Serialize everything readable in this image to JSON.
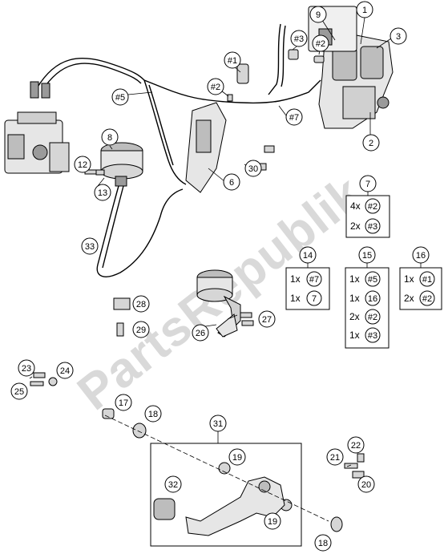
{
  "watermark": "PartsRepublik",
  "callouts": {
    "c1": "1",
    "c2": "2",
    "c3": "3",
    "c6": "6",
    "c7": "7",
    "c8": "8",
    "c9": "9",
    "c12": "12",
    "c13": "13",
    "c14": "14",
    "c15": "15",
    "c16": "16",
    "c17": "17",
    "c18a": "18",
    "c18b": "18",
    "c19a": "19",
    "c19b": "19",
    "c20": "20",
    "c21": "21",
    "c22": "22",
    "c23": "23",
    "c24": "24",
    "c25": "25",
    "c26": "26",
    "c27": "27",
    "c28": "28",
    "c29": "29",
    "c30": "30",
    "c31": "31",
    "c32": "32",
    "c33": "33",
    "h1": "#1",
    "h2a": "#2",
    "h2b": "#2",
    "h3": "#3",
    "h5": "#5",
    "h7": "#7"
  },
  "kit_boxes": {
    "k7": {
      "number": "7",
      "rows": [
        {
          "qty": "4x",
          "ref": "#2"
        },
        {
          "qty": "2x",
          "ref": "#3"
        }
      ]
    },
    "k14": {
      "number": "14",
      "rows": [
        {
          "qty": "1x",
          "ref": "#7"
        },
        {
          "qty": "1x",
          "ref": "7"
        }
      ]
    },
    "k15": {
      "number": "15",
      "rows": [
        {
          "qty": "1x",
          "ref": "#5"
        },
        {
          "qty": "1x",
          "ref": "16"
        },
        {
          "qty": "2x",
          "ref": "#2"
        },
        {
          "qty": "1x",
          "ref": "#3"
        }
      ]
    },
    "k16": {
      "number": "16",
      "rows": [
        {
          "qty": "1x",
          "ref": "#1"
        },
        {
          "qty": "2x",
          "ref": "#2"
        }
      ]
    }
  },
  "colors": {
    "line": "#000000",
    "part_fill": "#e6e6e6",
    "part_dark": "#9a9a9a",
    "watermark": "#d9d9d9"
  }
}
